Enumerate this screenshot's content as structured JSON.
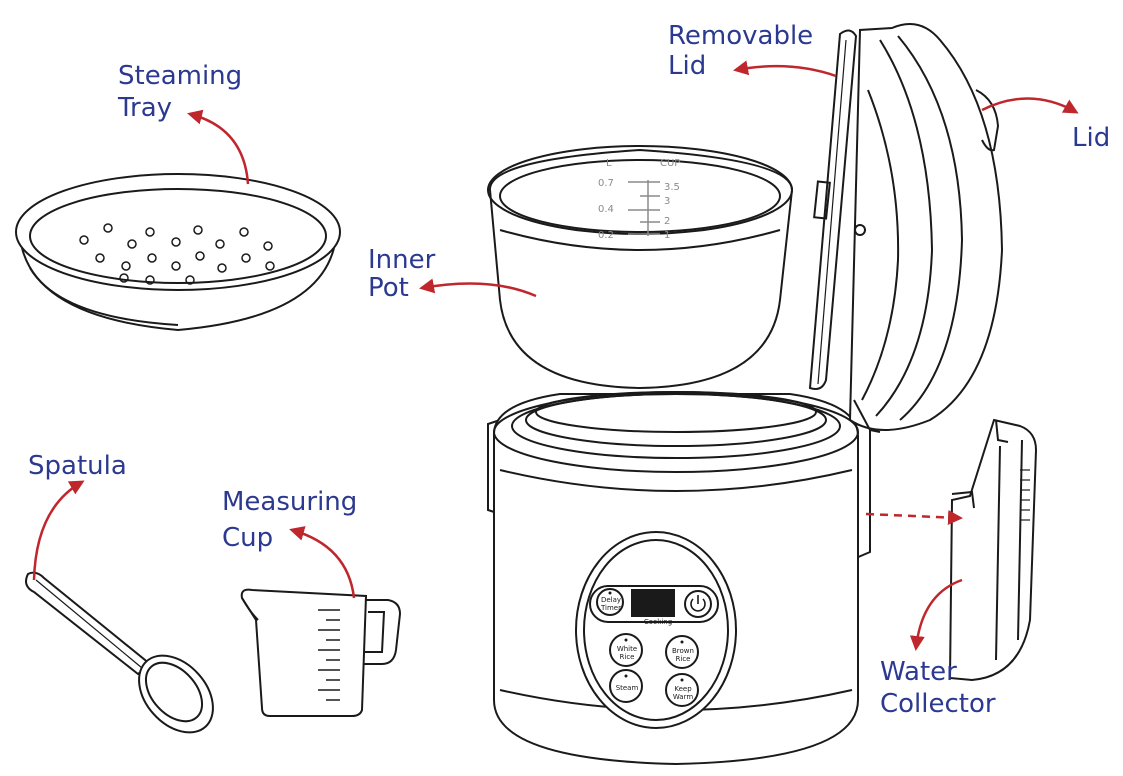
{
  "colors": {
    "label_text": "#2b3990",
    "arrow": "#c0272d",
    "line_art": "#1a1a1a",
    "scale_text": "#8a8a8a"
  },
  "labels": {
    "steaming_tray": [
      "Steaming",
      "Tray"
    ],
    "removable_lid": [
      "Removable",
      "Lid"
    ],
    "lid": "Lid",
    "inner_pot": [
      "Inner",
      "Pot"
    ],
    "spatula": "Spatula",
    "measuring_cup": [
      "Measuring",
      "Cup"
    ],
    "water_collector": [
      "Water",
      "Collector"
    ]
  },
  "inner_pot_scale": {
    "left_header": "L",
    "right_header": "CUP",
    "litres": [
      "0.7",
      "0.4",
      "0.2"
    ],
    "cups": [
      "3.5",
      "3",
      "2",
      "1"
    ]
  },
  "control_panel": {
    "buttons": {
      "delay_timer": [
        "Delay",
        "Timer"
      ],
      "white_rice": [
        "White",
        "Rice"
      ],
      "brown_rice": [
        "Brown",
        "Rice"
      ],
      "steam": "Steam",
      "keep_warm": [
        "Keep",
        "Warm"
      ]
    },
    "power_icon": "power-icon",
    "cooking_indicator": "Cooking"
  }
}
